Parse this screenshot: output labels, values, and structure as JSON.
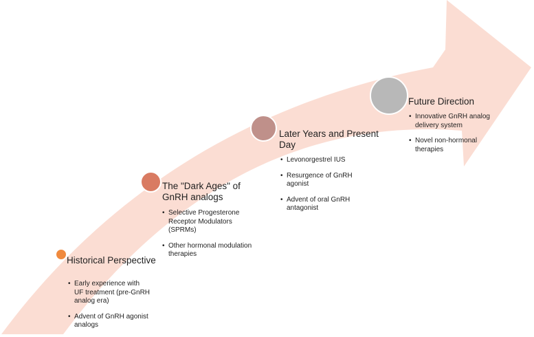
{
  "diagram": {
    "arrow_color": "#fbddd3",
    "stages": [
      {
        "dot_color": "#f08a3e",
        "title": "Historical Perspective",
        "bullets": [
          "Early experience with UF treatment (pre-GnRH analog era)",
          "Advent of GnRH agonist analogs"
        ]
      },
      {
        "dot_color": "#d97b62",
        "title": "The \"Dark Ages\" of GnRH analogs",
        "bullets": [
          "Selective Progesterone Receptor Modulators (SPRMs)",
          "Other hormonal modulation therapies"
        ]
      },
      {
        "dot_color": "#bf908a",
        "title": "Later Years and Present Day",
        "bullets": [
          "Levonorgestrel IUS",
          "Resurgence of GnRH agonist",
          "Advent of oral GnRH antagonist"
        ]
      },
      {
        "dot_color": "#b8b8b8",
        "title": "Future Direction",
        "bullets": [
          "Innovative GnRH analog delivery system",
          "Novel non-hormonal therapies"
        ]
      }
    ]
  }
}
